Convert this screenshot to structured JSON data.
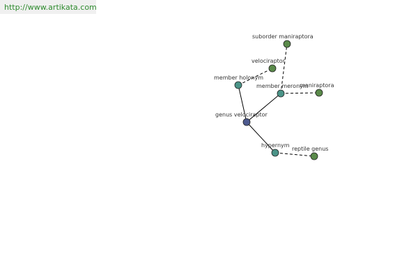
{
  "site_url": "http://www.artikata.com",
  "colors": {
    "url_text": "#2e8b2e",
    "center_node": "#4d5a8f",
    "relation_node": "#4b9488",
    "term_node": "#5a8a4a",
    "node_stroke": "#222222",
    "edge": "#000000"
  },
  "graph": {
    "nodes": [
      {
        "id": "genus-velociraptor",
        "label": "genus velociraptor",
        "kind": "center"
      },
      {
        "id": "member-holonym",
        "label": "member holonym",
        "kind": "relation"
      },
      {
        "id": "member-meronym",
        "label": "member meronym",
        "kind": "relation"
      },
      {
        "id": "hypernym",
        "label": "hypernym",
        "kind": "relation"
      },
      {
        "id": "velociraptor",
        "label": "velociraptor",
        "kind": "term"
      },
      {
        "id": "suborder-maniraptora",
        "label": "suborder maniraptora",
        "kind": "term"
      },
      {
        "id": "maniraptora",
        "label": "maniraptora",
        "kind": "term"
      },
      {
        "id": "reptile-genus",
        "label": "reptile genus",
        "kind": "term"
      }
    ],
    "edges": [
      {
        "from": "genus-velociraptor",
        "to": "member-holonym",
        "style": "solid"
      },
      {
        "from": "genus-velociraptor",
        "to": "member-meronym",
        "style": "solid"
      },
      {
        "from": "genus-velociraptor",
        "to": "hypernym",
        "style": "solid"
      },
      {
        "from": "member-holonym",
        "to": "velociraptor",
        "style": "dashed"
      },
      {
        "from": "member-meronym",
        "to": "suborder-maniraptora",
        "style": "dashed"
      },
      {
        "from": "member-meronym",
        "to": "maniraptora",
        "style": "dashed"
      },
      {
        "from": "hypernym",
        "to": "reptile-genus",
        "style": "dashed"
      }
    ]
  }
}
